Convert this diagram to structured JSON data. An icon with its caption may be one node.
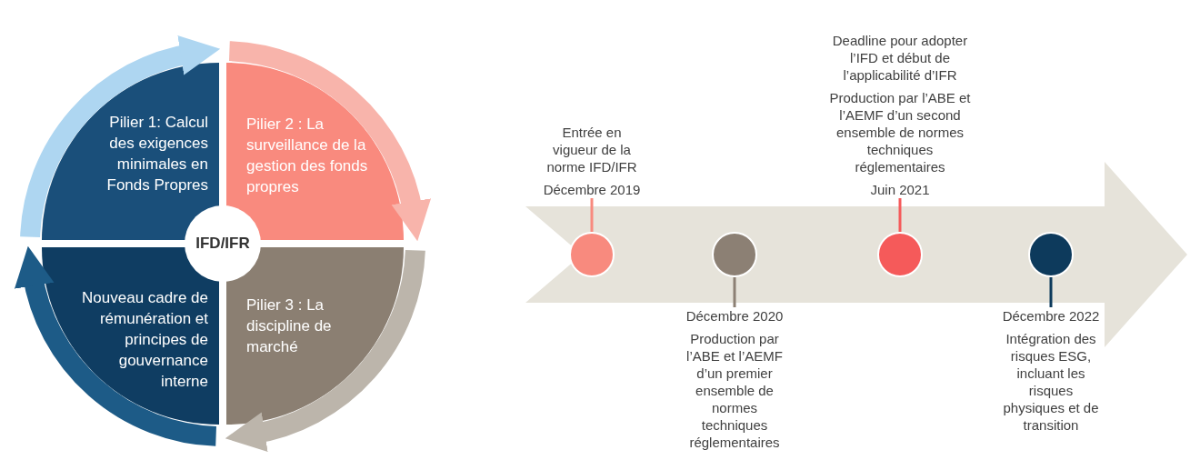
{
  "diagram": {
    "nodes": [
      {
        "text": [
          "Pilier 1: Calcul des exigences minimales en Fonds Propres"
        ]
      },
      {
        "text": [
          "Pilier 2 : La surveillance de la gestion des fonds propres"
        ]
      },
      {
        "text": [
          "Pilier 3 : La discipline de marché"
        ]
      },
      {
        "text": [
          "Nouveau cadre de rémunération et principes de gouvernance interne"
        ]
      },
      {
        "text": [
          "IFD/IFR"
        ]
      },
      {
        "text": [],
        "shape": "circle"
      },
      {
        "text": [],
        "shape": "circle"
      },
      {
        "text": [],
        "shape": "circle"
      },
      {
        "text": [],
        "shape": "circle"
      },
      {
        "text": [
          "Entrée en vigueur de la norme IFD/IFR",
          "Décembre 2019"
        ]
      },
      {
        "text": [
          "Décembre 2020",
          "Production par l’ABE et l’AEMF d’un premier ensemble de normes techniques réglementaires"
        ]
      },
      {
        "text": [
          "Deadline pour adopter l’IFD et début de l’applicabilité d’IFR",
          "Production par l’ABE et l’AEMF d’un second ensemble de normes techniques réglementaires",
          "Juin 2021"
        ]
      },
      {
        "text": [
          "Décembre 2022",
          "Intégration des risques ESG, incluant les risques physiques et de transition"
        ]
      }
    ],
    "edges": [
      {
        "from": 0,
        "to": 1,
        "arrow": "to",
        "style": "thick",
        "color": "#aed6f1"
      },
      {
        "from": 1,
        "to": 2,
        "arrow": "to",
        "style": "thick",
        "color": "#f8b4ab"
      },
      {
        "from": 2,
        "to": 3,
        "arrow": "to",
        "style": "thick",
        "color": "#bcb5ab"
      },
      {
        "from": 3,
        "to": 0,
        "arrow": "to",
        "style": "thick",
        "color": "#1d5b87"
      },
      {
        "from": 9,
        "to": 5,
        "arrow": "none",
        "color": "#f88a7e"
      },
      {
        "from": 10,
        "to": 6,
        "arrow": "none",
        "color": "#8c8074"
      },
      {
        "from": 11,
        "to": 7,
        "arrow": "none",
        "color": "#f55a5a"
      },
      {
        "from": 12,
        "to": 8,
        "arrow": "none",
        "color": "#0d3a5c"
      }
    ]
  }
}
